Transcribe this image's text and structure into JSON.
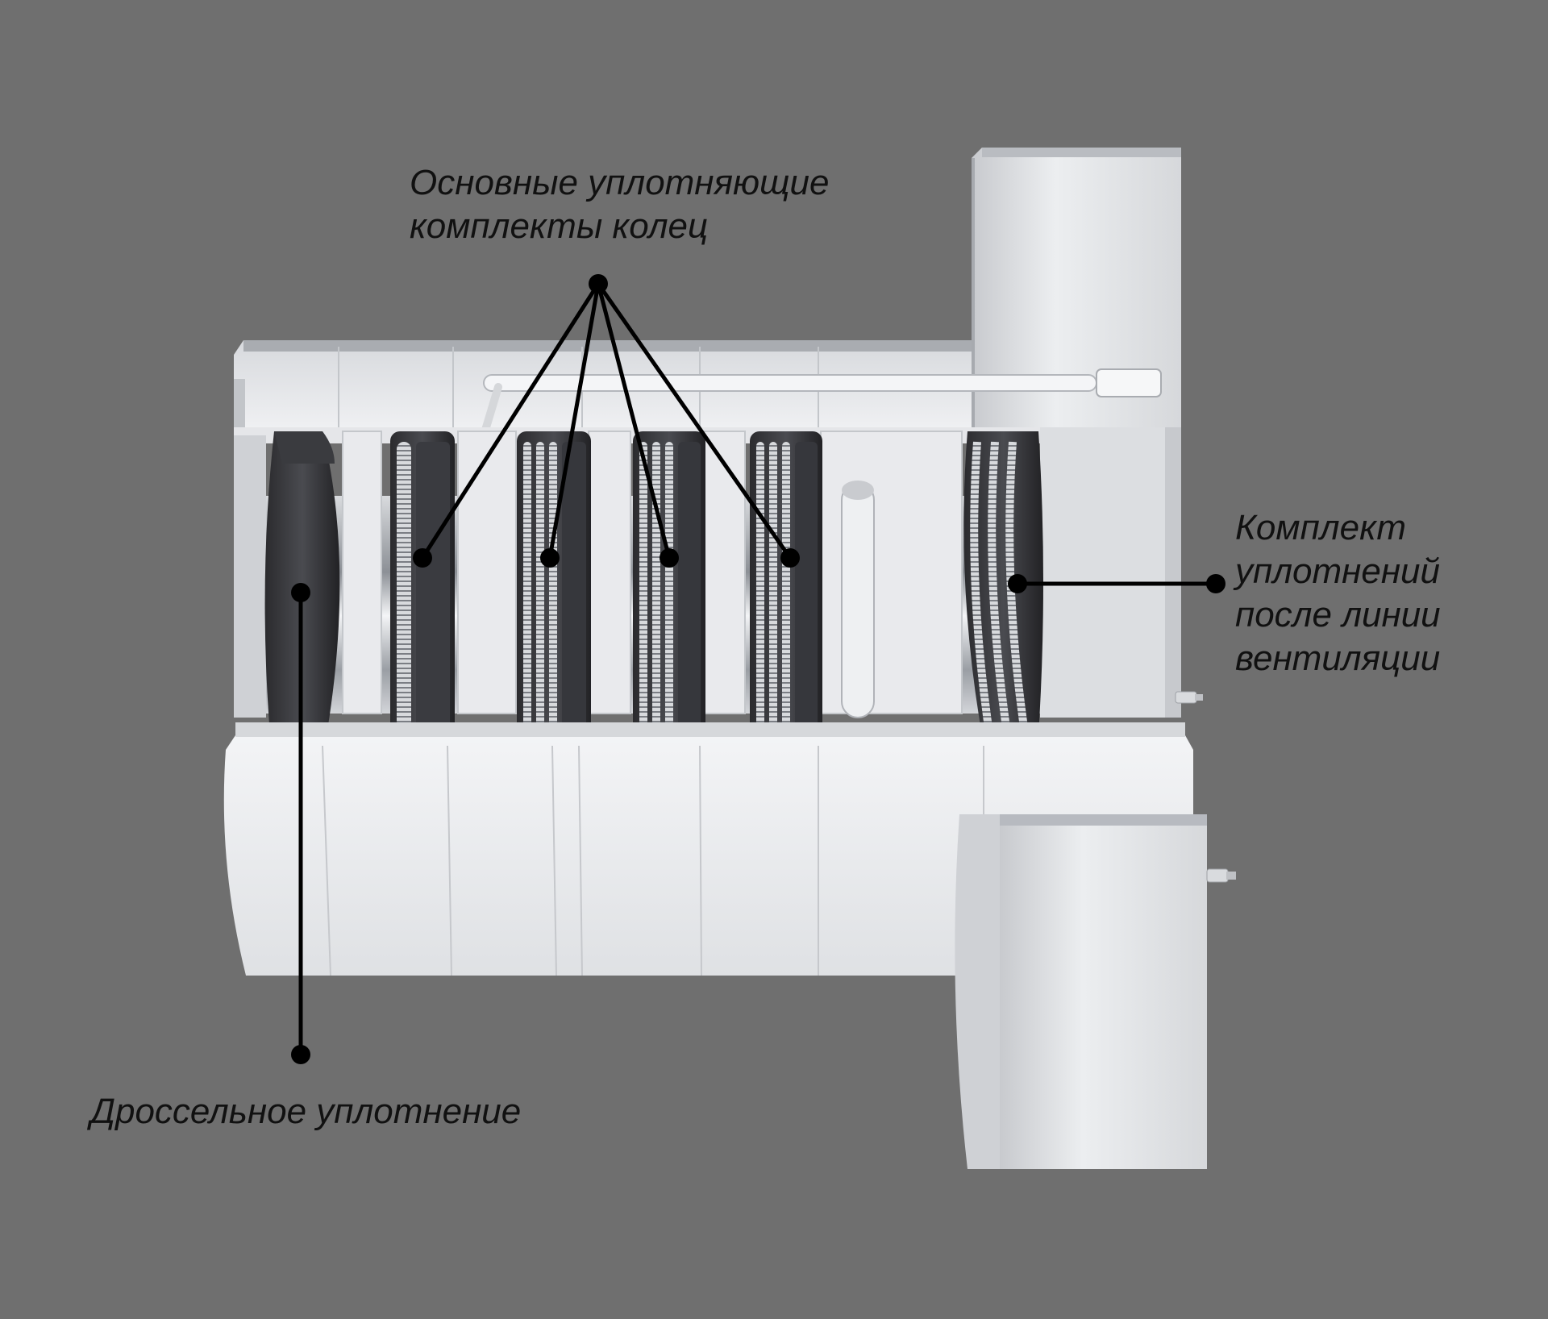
{
  "labels": {
    "main_seals_line1": "Основные уплотняющие",
    "main_seals_line2": "комплекты колец",
    "vent_seals_line1": "Комплект",
    "vent_seals_line2": "уплотнений",
    "vent_seals_line3": "после линии",
    "vent_seals_line4": "вентиляции",
    "throttle_seal": "Дроссельное уплотнение"
  },
  "colors": {
    "background": "#6f6f6f",
    "metal_light": "#eaebed",
    "metal_mid": "#c9cbcf",
    "metal_dark": "#9ea1a6",
    "seal_black": "#1c1c1e",
    "leader_line": "#000000",
    "label_text": "#111111"
  }
}
